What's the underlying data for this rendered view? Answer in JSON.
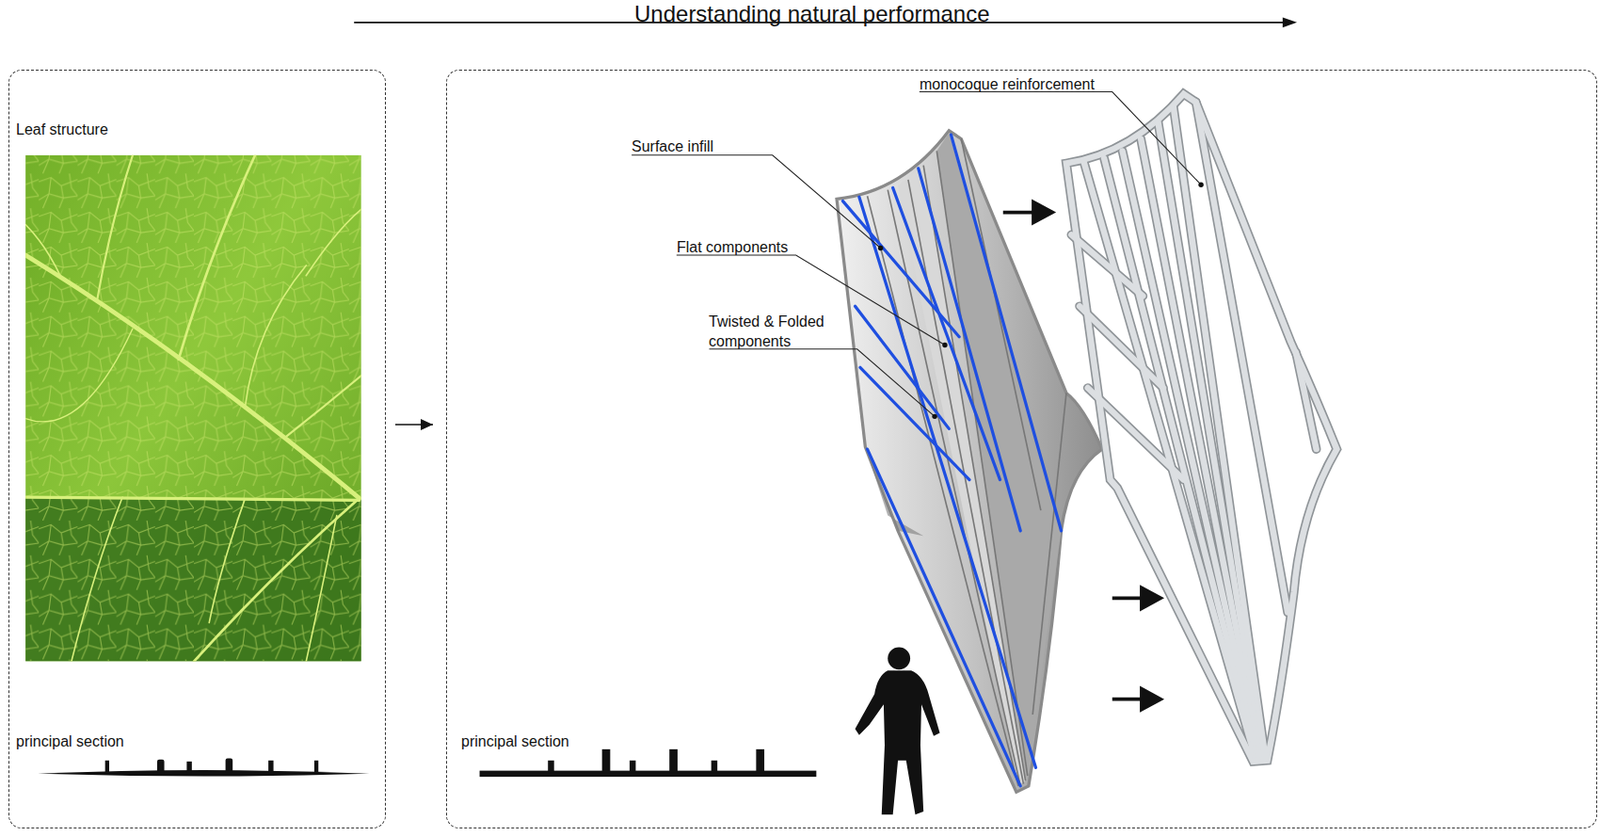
{
  "diagram": {
    "title": "Understanding natural performance",
    "nodes": [
      {
        "text": [
          "Leaf structure",
          "principal section"
        ]
      },
      {
        "text": [
          "principal section"
        ]
      }
    ],
    "edges": [
      {
        "from": 0,
        "to": 1,
        "arrow": "to"
      }
    ],
    "labels": [
      "Surface infill",
      "Flat components",
      "Twisted & Folded components",
      "monocoque reinforcement"
    ]
  }
}
